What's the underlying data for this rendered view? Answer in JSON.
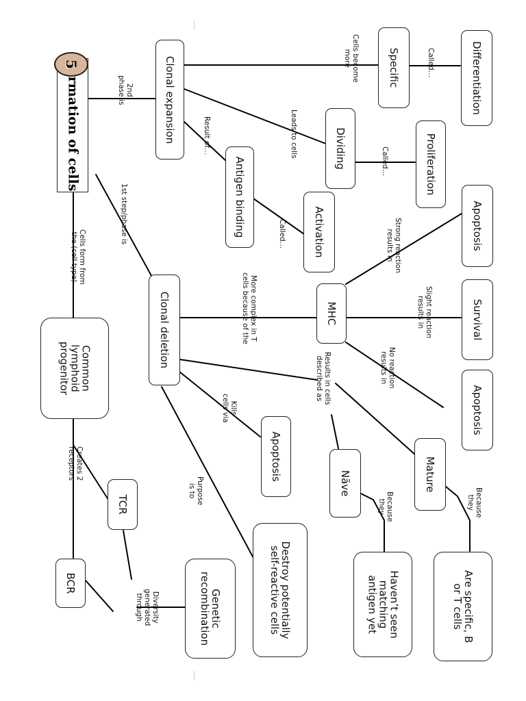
{
  "title": {
    "badge": "5",
    "text": "Formation of cells"
  },
  "nodes": {
    "clonal_expansion": "Clonal expansion",
    "specific": "Specific",
    "differentiation": "Differentiation",
    "dividing": "Dividing",
    "proliferation": "Proliferation",
    "antigen_binding": "Antigen binding",
    "activation": "Activation",
    "apoptosis_strong": "Apoptosis",
    "survival": "Survival",
    "mhc": "MHC",
    "apoptosis_noreaction": "Apoptosis",
    "clonal_deletion": "Clonal deletion",
    "apoptosis_kills": "Apoptosis",
    "mature": "Mature",
    "naive": "Nãve",
    "are_specific": "Are specific, B\nor T cells",
    "havent_seen": "Haven’t seen\nmatching\nantigen yet",
    "destroy": "Destroy potentially\nself-reactive cells",
    "common_lymphoid": "Common\nlymphoid\nprogenitor",
    "tcr": "TCR",
    "bcr": "BCR",
    "genetic_recombination": "Genetic\nrecombination"
  },
  "labels": {
    "second_phase": "2nd\nphase is",
    "first_step": "1st step/phase is",
    "cells_form_from": "Cells form from\nthe (cell type)",
    "cells_become_more": "Cells become\nmore",
    "called_specific": "Called…",
    "leads_to_cells": "Leads to cells",
    "called_dividing": "Called…",
    "result_of": "Result of…",
    "called_activation": "Called…",
    "strong_reaction": "Strong reaction\nresults in",
    "more_complex": "More complex in T\ncells because of the",
    "slight_reaction": "Slight reaction\nresults in",
    "no_reaction": "No reaction\nresults in",
    "results_described": "Results in cells\ndescribed as",
    "kills_via": "Kills\ncells via",
    "because_mature": "Because\nthey",
    "because_naive": "Because\nthey",
    "purpose_is_to": "Purpose\nis to",
    "creates_2": "Creates 2\nreceptors",
    "diversity": "Diversity\ngenerated\nthrough"
  }
}
